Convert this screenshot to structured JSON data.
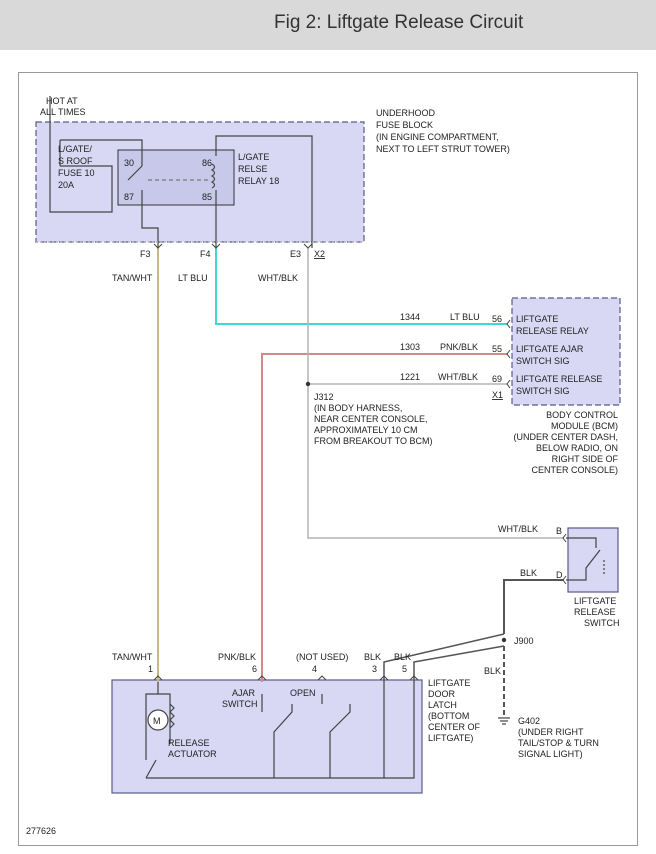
{
  "header": {
    "title": "Fig 2: Liftgate Release Circuit"
  },
  "labels": {
    "hot": [
      "HOT AT",
      "ALL TIMES"
    ],
    "fuse_block": [
      "UNDERHOOD",
      "FUSE BLOCK",
      "(IN ENGINE COMPARTMENT,",
      "NEXT TO LEFT STRUT TOWER)"
    ],
    "fuse": [
      "L/GATE/",
      "S ROOF",
      "FUSE 10",
      "20A"
    ],
    "relay": [
      "L/GATE",
      "RELSE",
      "RELAY 18"
    ],
    "relay_pins": [
      "30",
      "86",
      "87",
      "85"
    ],
    "connectors_top": [
      "F3",
      "F4",
      "E3",
      "X2"
    ],
    "wire_tan_wht": "TAN/WHT",
    "wire_lt_blu": "LT BLU",
    "wire_wht_blk": "WHT/BLK",
    "wire_pnk_blk": "PNK/BLK",
    "wire_blk": "BLK",
    "circuits": [
      "1344",
      "1303",
      "1221"
    ],
    "bcm_pins": [
      "56",
      "55",
      "69"
    ],
    "bcm_x1": "X1",
    "bcm_box": [
      "LIFTGATE",
      "RELEASE RELAY",
      "LIFTGATE AJAR",
      "SWITCH SIG",
      "LIFTGATE RELEASE",
      "SWITCH SIG"
    ],
    "bcm_desc": [
      "BODY CONTROL",
      "MODULE (BCM)",
      "(UNDER CENTER DASH,",
      "BELOW RADIO, ON",
      "RIGHT SIDE OF",
      "CENTER CONSOLE)"
    ],
    "j312": [
      "J312",
      "(IN BODY HARNESS,",
      "NEAR CENTER CONSOLE,",
      "APPROXIMATELY 10 CM",
      "FROM BREAKOUT TO BCM)"
    ],
    "switch_pins": [
      "B",
      "D"
    ],
    "release_switch": [
      "LIFTGATE",
      "RELEASE",
      "SWITCH"
    ],
    "j900": "J900",
    "g402": [
      "G402",
      "(UNDER RIGHT",
      "TAIL/STOP & TURN",
      "SIGNAL LIGHT)"
    ],
    "not_used": "(NOT USED)",
    "latch_pins": [
      "1",
      "6",
      "4",
      "3",
      "5"
    ],
    "ajar_switch": [
      "AJAR",
      "SWITCH"
    ],
    "open": "OPEN",
    "motor": "M",
    "release_actuator": [
      "RELEASE",
      "ACTUATOR"
    ],
    "door_latch": [
      "LIFTGATE",
      "DOOR",
      "LATCH",
      "(BOTTOM",
      "CENTER OF",
      "LIFTGATE)"
    ],
    "figure_id": "277626"
  },
  "colors": {
    "box_fill": "#d8d8f4",
    "box_border": "#5a5a8a",
    "wire": "#555555",
    "wire_tan": "#c8b78e",
    "wire_lt_blu": "#3fd6d6",
    "wire_pnk": "#cf8a8a",
    "wire_wht": "#b4b4b4"
  }
}
